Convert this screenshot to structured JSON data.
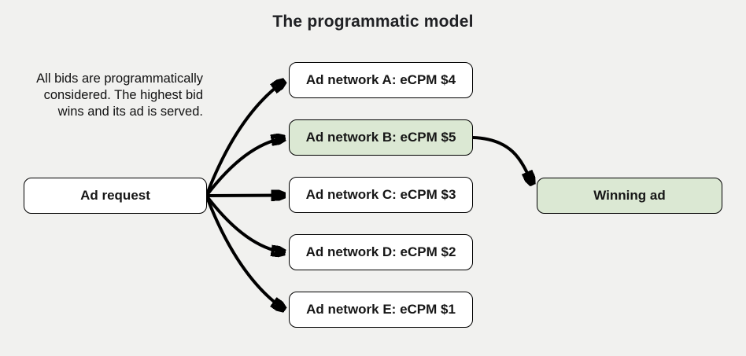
{
  "diagram": {
    "title": "The programmatic model",
    "note": {
      "lines": [
        "All bids are programmatically",
        "considered. The highest bid",
        "wins and its ad is served."
      ]
    },
    "source_node": {
      "label": "Ad request"
    },
    "network_nodes": [
      {
        "id": "A",
        "label": "Ad network A: eCPM $4",
        "ecpm": 4,
        "highlighted": false
      },
      {
        "id": "B",
        "label": "Ad network B: eCPM $5",
        "ecpm": 5,
        "highlighted": true
      },
      {
        "id": "C",
        "label": "Ad network C: eCPM $3",
        "ecpm": 3,
        "highlighted": false
      },
      {
        "id": "D",
        "label": "Ad network D: eCPM $2",
        "ecpm": 2,
        "highlighted": false
      },
      {
        "id": "E",
        "label": "Ad network E: eCPM $1",
        "ecpm": 1,
        "highlighted": false
      }
    ],
    "winner_node": {
      "label": "Winning ad"
    },
    "colors": {
      "background": "#f1f1ef",
      "highlight_green": "#dbe8d3",
      "node_background": "#ffffff",
      "node_border": "#000000",
      "arrow": "#000000",
      "text": "#202124"
    }
  }
}
